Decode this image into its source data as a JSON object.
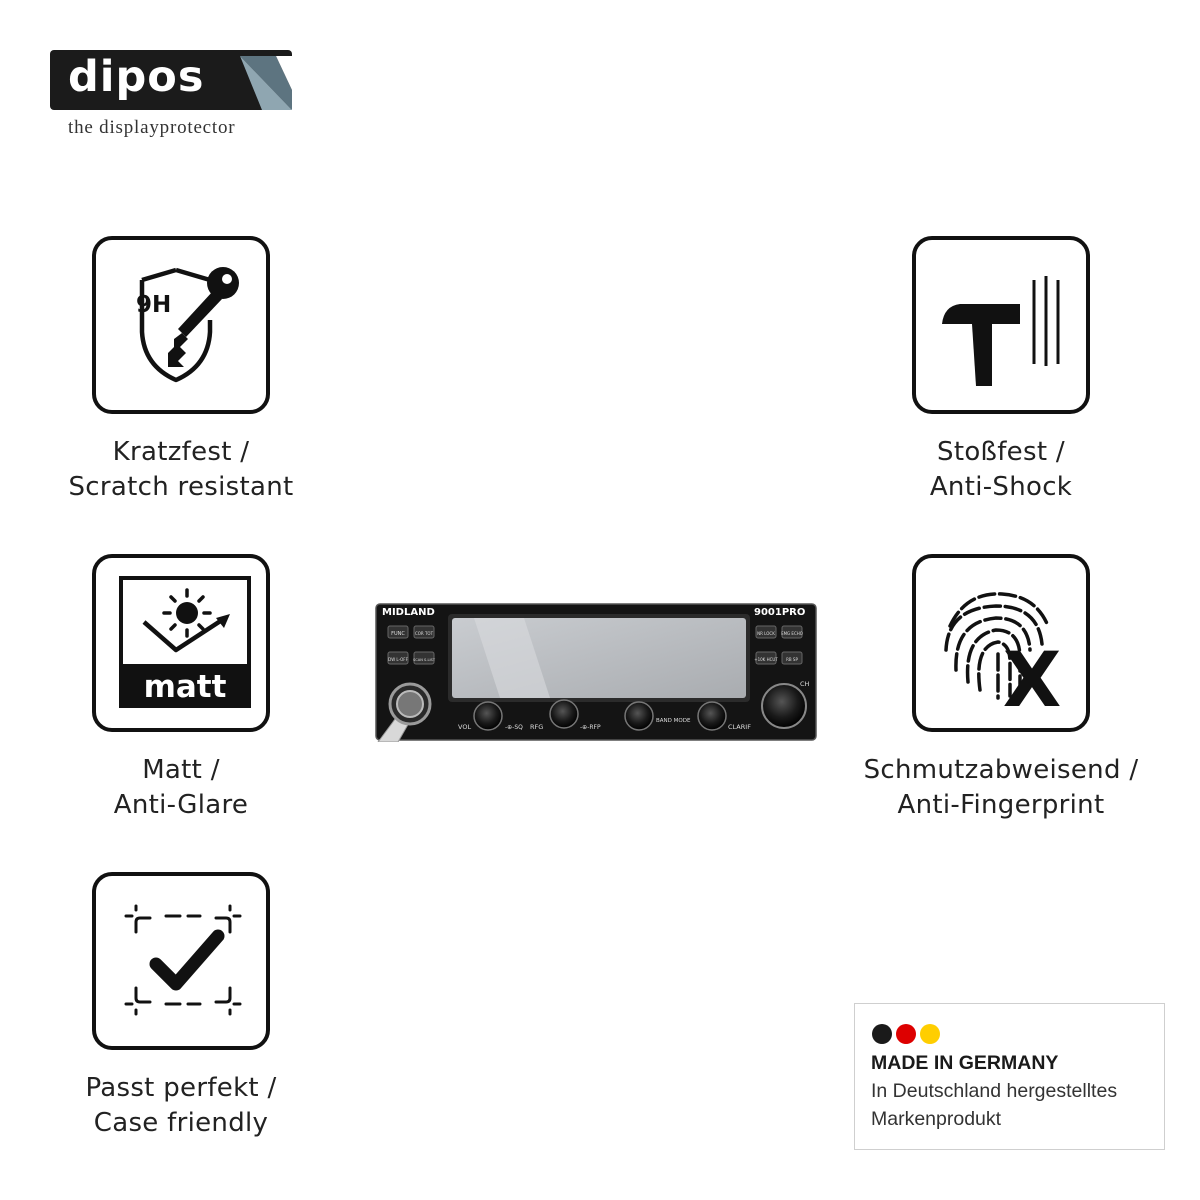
{
  "brand": {
    "name": "dipos",
    "tagline": "the displayprotector"
  },
  "features": {
    "scratch": {
      "icon": "shield-key-9h-icon",
      "badge": "9H",
      "line1": "Kratzfest /",
      "line2": "Scratch resistant"
    },
    "shock": {
      "icon": "hammer-icon",
      "line1": "Stoßfest /",
      "line2": "Anti-Shock"
    },
    "matt": {
      "icon": "sun-matt-icon",
      "badge": "matt",
      "line1": "Matt /",
      "line2": "Anti-Glare"
    },
    "fingerprint": {
      "icon": "fingerprint-x-icon",
      "line1": "Schmutzabweisend /",
      "line2": "Anti-Fingerprint"
    },
    "fit": {
      "icon": "checkmark-frame-icon",
      "line1": "Passt perfekt /",
      "line2": "Case friendly"
    }
  },
  "product": {
    "brand_label": "MIDLAND",
    "model_label": "9001PRO",
    "keys_left": [
      "FUNC",
      "COR TOT",
      "DW L-OFF",
      "SCAN S.LIST"
    ],
    "keys_right": [
      "NR LOCK",
      "EMG ECHO",
      "+10K HCUT",
      "RB SP"
    ],
    "knob_labels": [
      "VOL",
      "-⊕-SQ",
      "RFG",
      "-⊕-RFP",
      "BAND MODE",
      "CLARIF",
      "CH"
    ]
  },
  "germany": {
    "title": "MADE IN GERMANY",
    "line1": "In Deutschland hergestelltes",
    "line2": "Markenprodukt",
    "colors": [
      "#1a1a1a",
      "#dd0000",
      "#ffce00"
    ]
  }
}
